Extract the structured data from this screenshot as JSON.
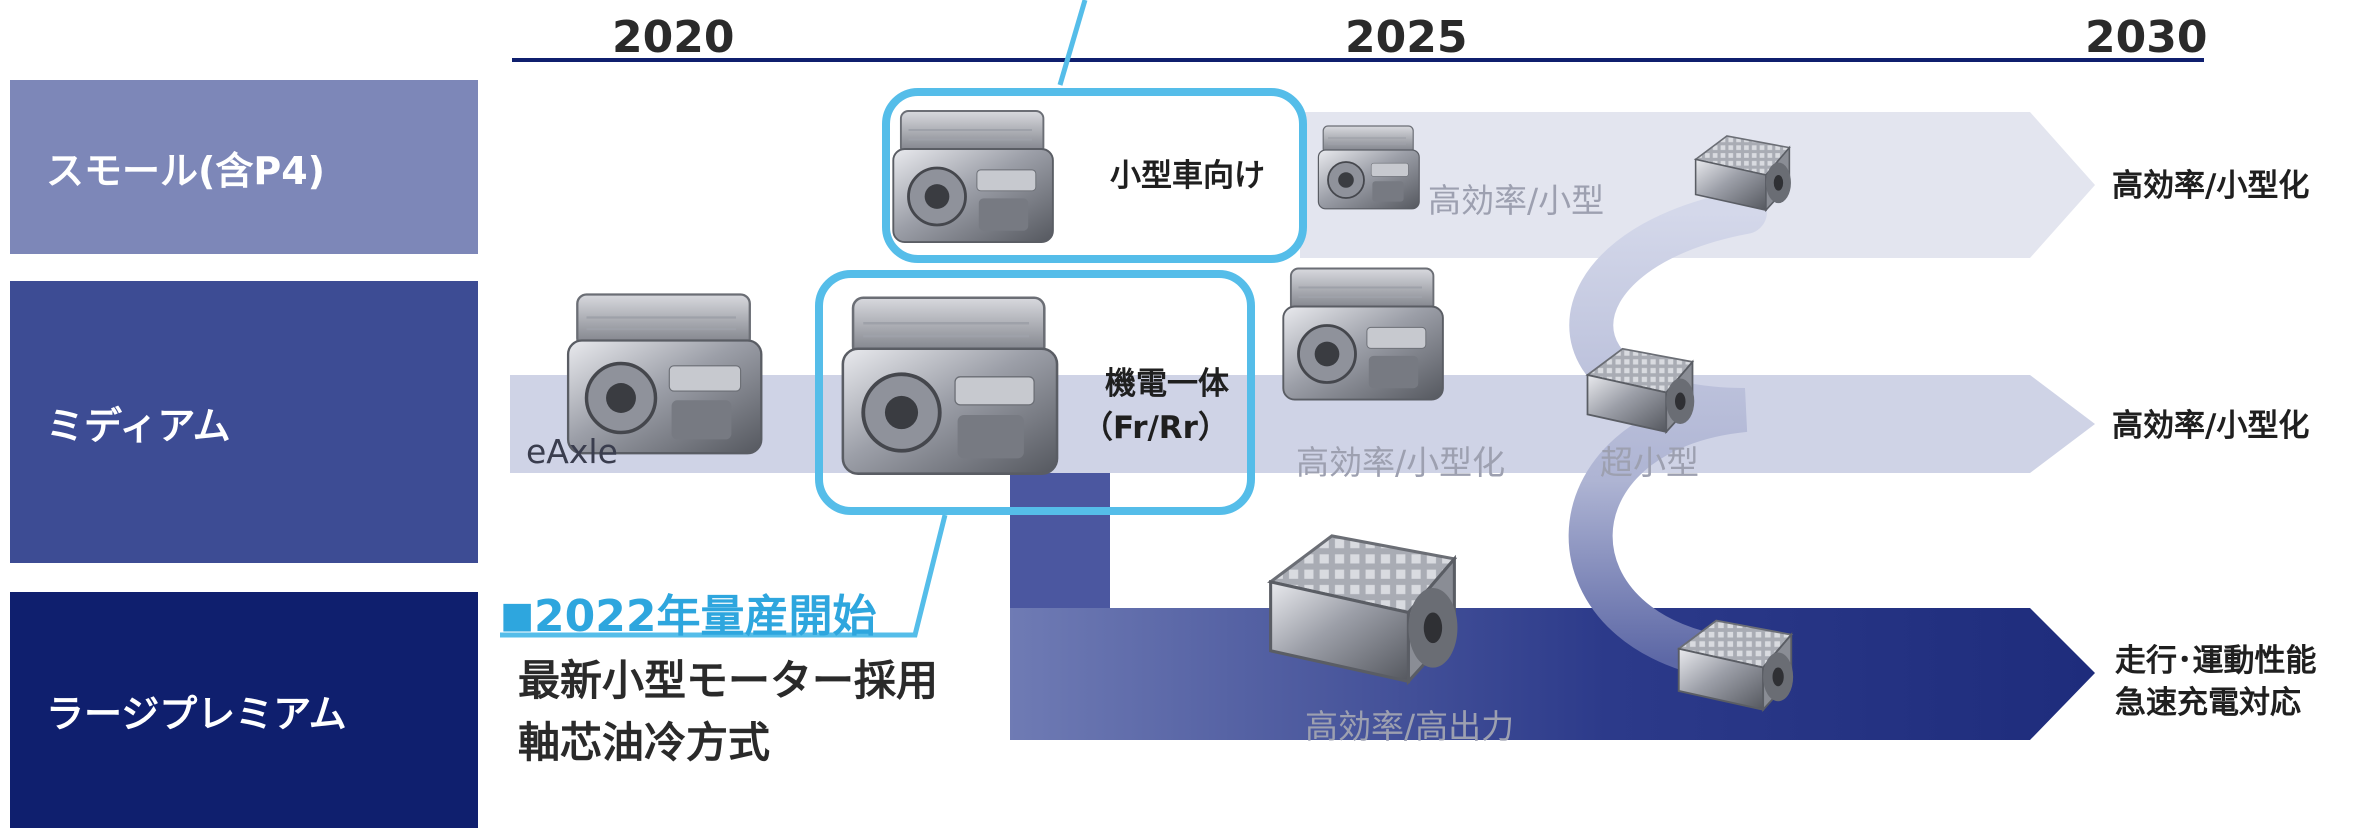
{
  "timeline": {
    "years": [
      "2020",
      "2025",
      "2030"
    ]
  },
  "rows": [
    {
      "label": "スモール(含P4)",
      "color": "#7d87b8"
    },
    {
      "label": "ミディアム",
      "color": "#3d4c94"
    },
    {
      "label": "ラージプレミアム",
      "color": "#0f1f6e"
    }
  ],
  "outcomes": {
    "small": "高効率/小型化",
    "medium": "高効率/小型化",
    "large_line1": "走行･運動性能",
    "large_line2": "急速充電対応"
  },
  "annotations": {
    "small_target": "小型車向け",
    "integrated_line1": "機電一体",
    "integrated_line2": "（Fr/Rr）",
    "eaxle": "eAxle",
    "small_next": "高効率/小型",
    "medium_next": "高効率/小型化",
    "ultra_small": "超小型",
    "large_next": "高効率/高出力"
  },
  "highlight": {
    "marker": "■",
    "title": "2022年量産開始",
    "line1": "最新小型モーター採用",
    "line2": "軸芯油冷方式"
  },
  "colors": {
    "small_band": "#e3e5ef",
    "medium_band": "#cfd3e6",
    "large_band": "#2c3a8a",
    "callout": "#55bde9",
    "timeline": "#0f1f6e"
  },
  "icons": [
    "motor-unit-icon"
  ]
}
